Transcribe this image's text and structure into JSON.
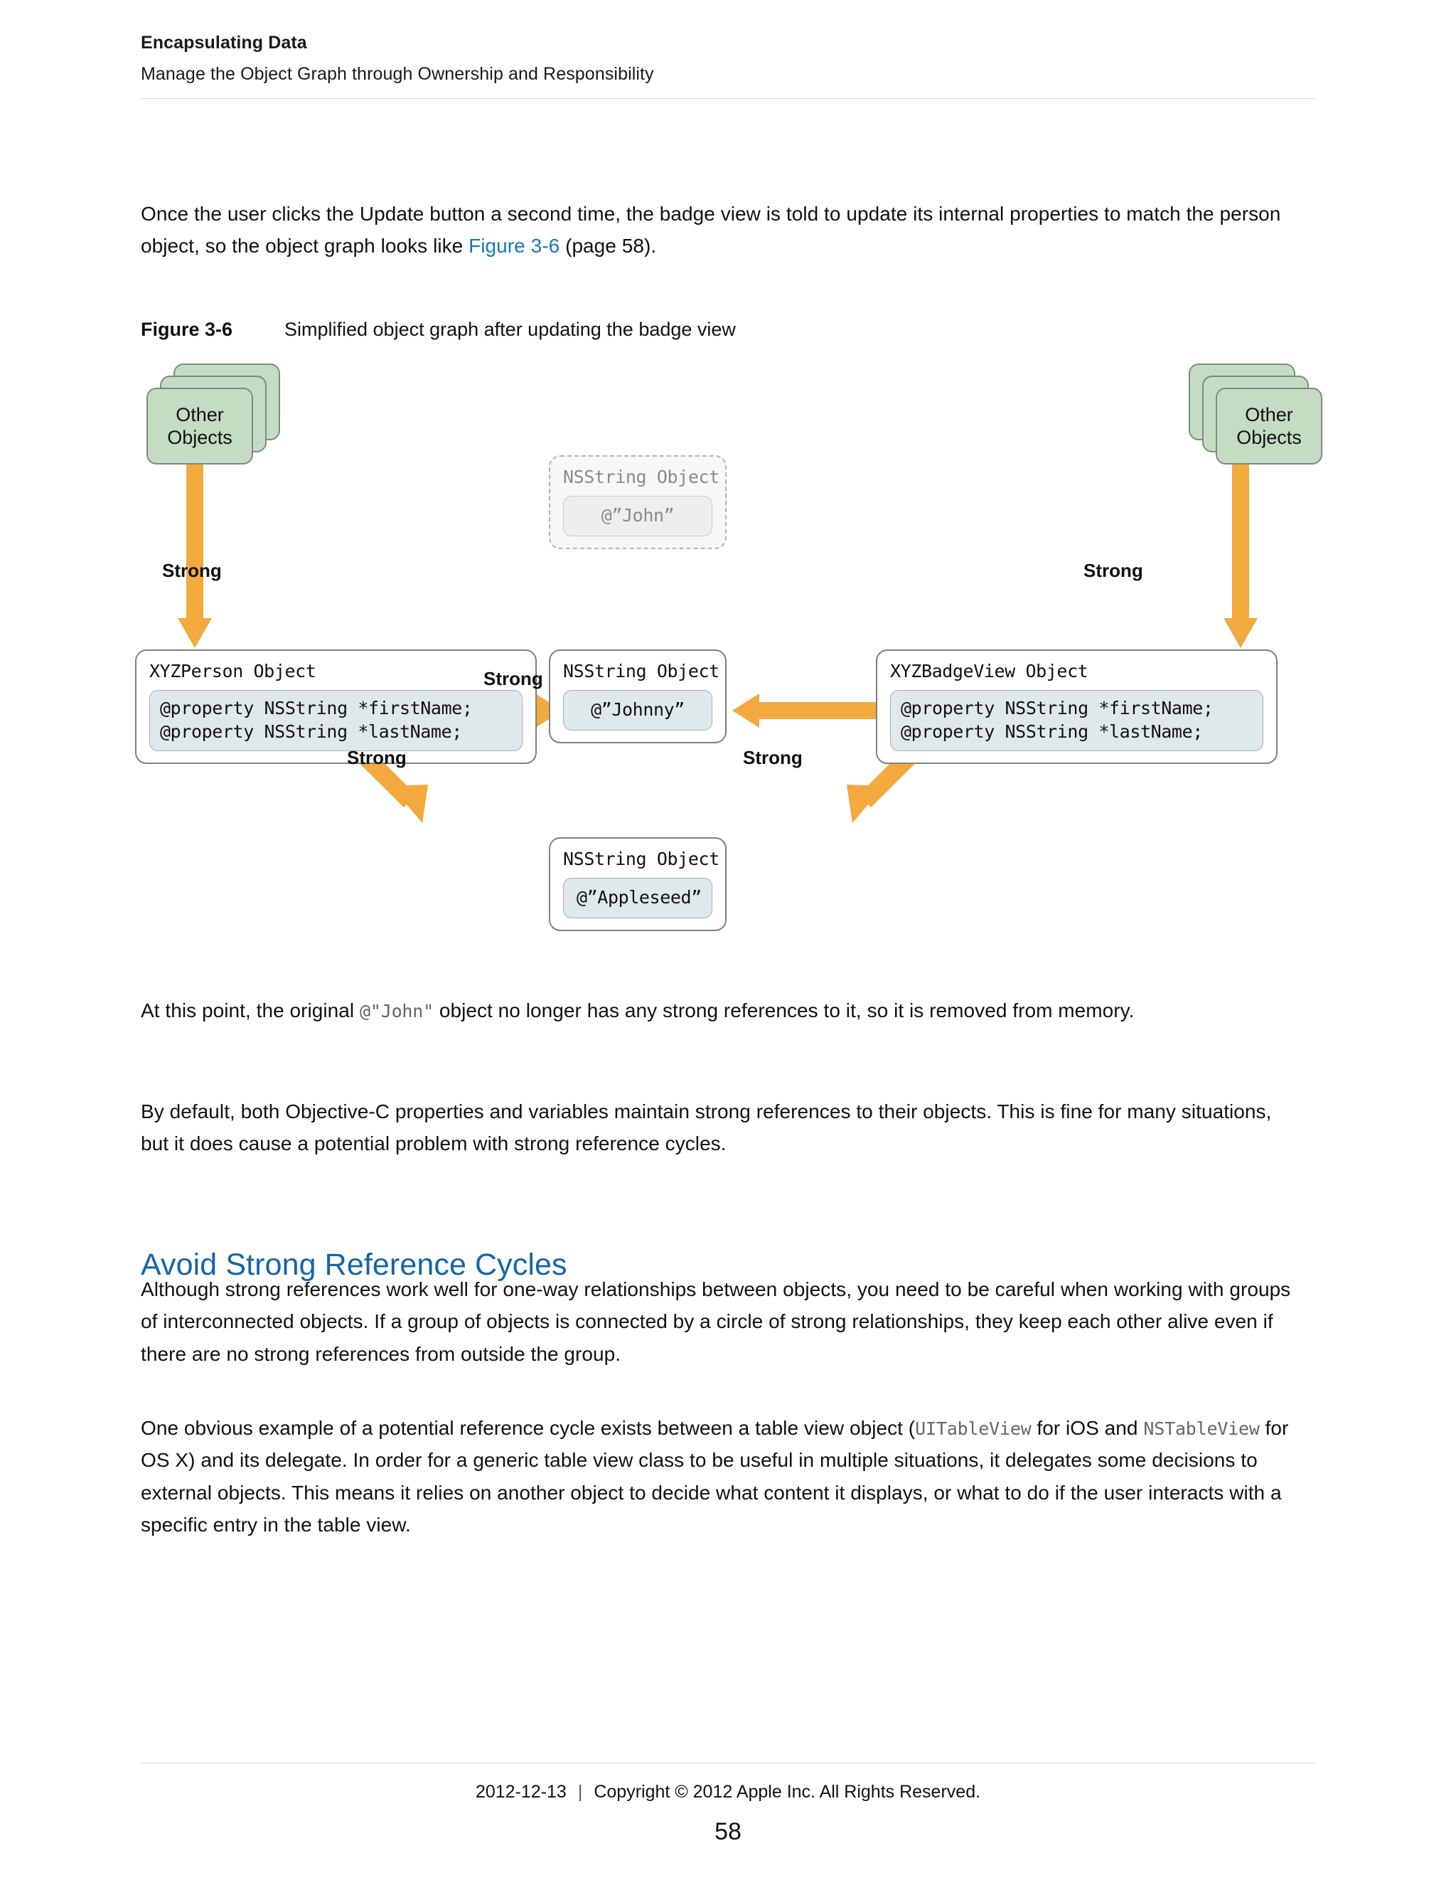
{
  "header": {
    "book_title": "Encapsulating Data",
    "chapter_title": "Manage the Object Graph through Ownership and Responsibility"
  },
  "paragraphs": {
    "intro_part1": "Once the user clicks the Update button a second time, the badge view is told to update its internal properties to match the person object, so the object graph looks like ",
    "intro_link": "Figure 3-6",
    "intro_part2": " (page 58).",
    "after_figure_part1": "At this point, the original ",
    "after_figure_code": "@\"John\"",
    "after_figure_part2": " object no longer has any strong references to it, so it is removed from memory.",
    "by_default": "By default, both Objective-C properties and variables maintain strong references to their objects. This is fine for many situations, but it does cause a potential problem with strong reference cycles.",
    "avoid_body": "Although strong references work well for one-way relationships between objects, you need to be careful when working with groups of interconnected objects. If a group of objects is connected by a circle of strong relationships, they keep each other alive even if there are no strong references from outside the group.",
    "example_part1": "One obvious example of a potential reference cycle exists between a table view object (",
    "example_code1": "UITableView",
    "example_part2": " for iOS and ",
    "example_code2": "NSTableView",
    "example_part3": " for OS X) and its delegate. In order for a generic table view class to be useful in multiple situations, it delegates some decisions to external objects. This means it relies on another object to decide what content it displays, or what to do if the user interacts with a specific entry in the table view."
  },
  "section_heading": "Avoid Strong Reference Cycles",
  "figure": {
    "label": "Figure 3-6",
    "title": "Simplified object graph after updating the badge view",
    "stacks": {
      "left_label_line1": "Other",
      "left_label_line2": "Objects",
      "right_label_line1": "Other",
      "right_label_line2": "Objects"
    },
    "boxes": {
      "person": {
        "title": "XYZPerson Object",
        "line1": "@property NSString *firstName;",
        "line2": "@property NSString *lastName;"
      },
      "badgeview": {
        "title": "XYZBadgeView Object",
        "line1": "@property NSString *firstName;",
        "line2": "@property NSString *lastName;"
      },
      "john": {
        "title": "NSString Object",
        "value": "@”John”"
      },
      "johnny": {
        "title": "NSString Object",
        "value": "@”Johnny”"
      },
      "appleseed": {
        "title": "NSString Object",
        "value": "@”Appleseed”"
      }
    },
    "arrow_labels": {
      "left_top": "Strong",
      "right_top": "Strong",
      "middle": "Strong",
      "diag_left": "Strong",
      "diag_right": "Strong"
    },
    "colors": {
      "arrow": "#f2a93e",
      "stack_fill": "#c3dcc2",
      "inner_fill": "#dfe9ec",
      "faded_border": "#b4b4b4"
    }
  },
  "footer": {
    "date": "2012-12-13",
    "separator": "|",
    "copyright": "Copyright © 2012 Apple Inc. All Rights Reserved.",
    "page_number": "58"
  },
  "theme": {
    "link_color": "#1579bd",
    "heading_color": "#1565a8",
    "rule_color": "#cfdde3"
  }
}
